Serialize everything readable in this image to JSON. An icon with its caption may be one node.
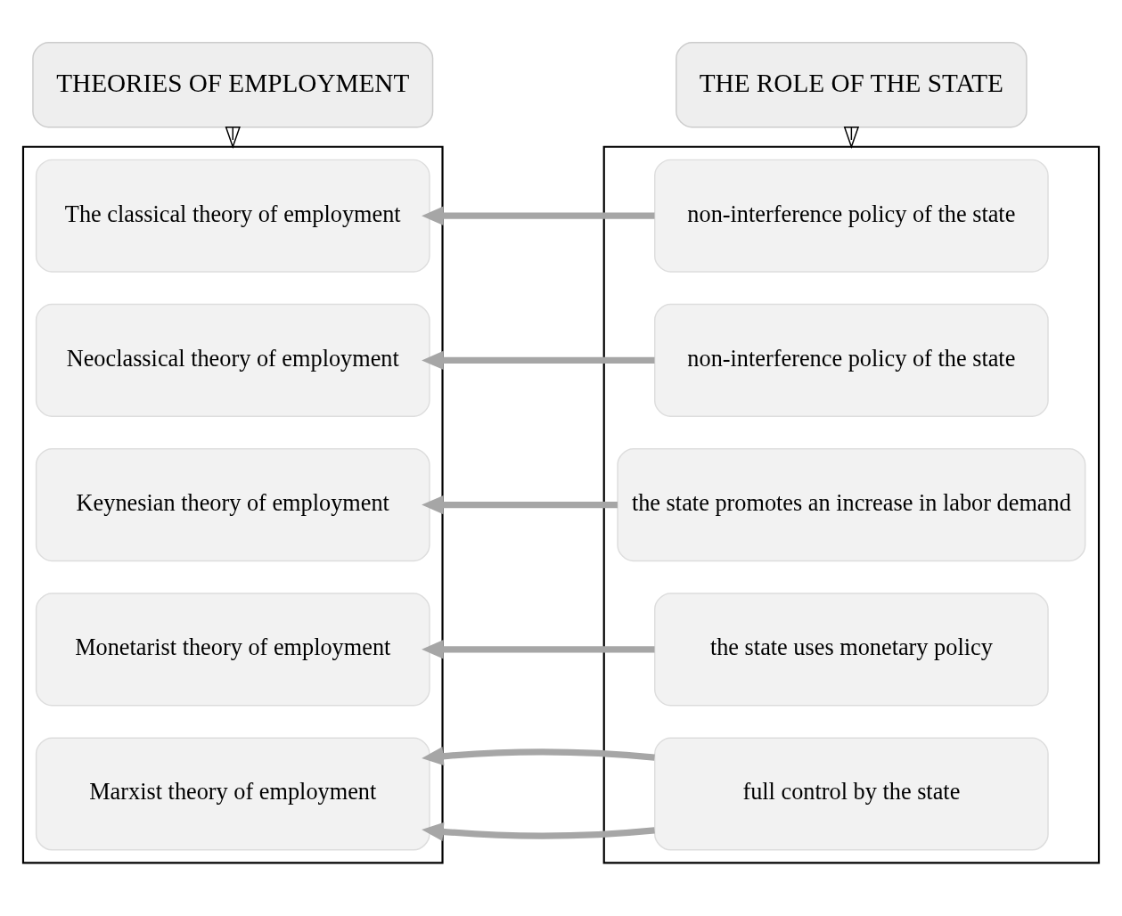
{
  "diagram": {
    "nodes": [
      {
        "text": [
          "THEORIES OF EMPLOYMENT"
        ]
      },
      {
        "text": [
          "THE ROLE OF THE STATE"
        ]
      },
      {
        "text": [],
        "shape": "box"
      },
      {
        "text": [
          "The classical theory of employment"
        ],
        "in": 2
      },
      {
        "text": [
          "Neoclassical theory of employment"
        ],
        "in": 2
      },
      {
        "text": [
          "Keynesian theory of employment"
        ],
        "in": 2
      },
      {
        "text": [
          "Monetarist theory of employment"
        ],
        "in": 2
      },
      {
        "text": [
          "Marxist theory of employment"
        ],
        "in": 2
      },
      {
        "text": [],
        "shape": "box"
      },
      {
        "text": [
          "non-interference policy of the state"
        ],
        "in": 8
      },
      {
        "text": [
          "non-interference policy of the state"
        ],
        "in": 8
      },
      {
        "text": [
          "the state promotes an increase in labor demand"
        ],
        "in": 8
      },
      {
        "text": [
          "the state uses monetary policy"
        ],
        "in": 8
      },
      {
        "text": [
          "full control by the state"
        ],
        "in": 8
      }
    ],
    "edges": [
      {
        "from": 0,
        "to": 2,
        "arrow": "to",
        "color": "#000000"
      },
      {
        "from": 1,
        "to": 8,
        "arrow": "to",
        "color": "#000000"
      },
      {
        "from": 9,
        "to": 3,
        "arrow": "to"
      },
      {
        "from": 10,
        "to": 4,
        "arrow": "to"
      },
      {
        "from": 11,
        "to": 5,
        "arrow": "to"
      },
      {
        "from": 12,
        "to": 6,
        "arrow": "to"
      },
      {
        "from": 13,
        "to": 7,
        "arrow": "to"
      },
      {
        "from": 13,
        "to": 7,
        "arrow": "to"
      }
    ]
  }
}
